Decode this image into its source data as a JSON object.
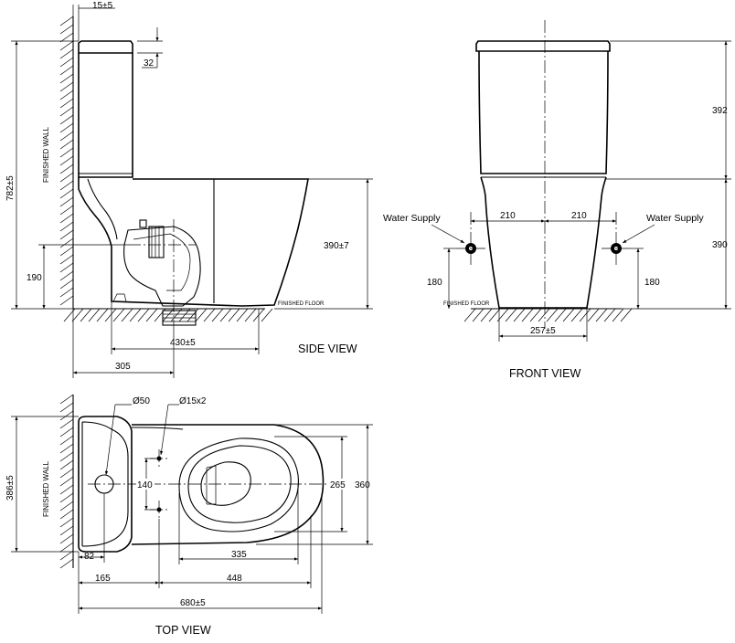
{
  "views": {
    "side": "SIDE VIEW",
    "front": "FRONT VIEW",
    "top": "TOP VIEW"
  },
  "labels": {
    "finished_wall": "FINISHED WALL",
    "finished_floor": "FINISHED FLOOR",
    "water_supply": "Water Supply"
  },
  "side_dims": {
    "wall_gap": "15±5",
    "lid_offset": "32",
    "total_height": "782±5",
    "inlet_height": "190",
    "seat_height": "390±7",
    "outlet_span": "430±5",
    "outlet_offset": "305"
  },
  "front_dims": {
    "tank_height": "392",
    "bowl_height": "390",
    "supply_left": "210",
    "supply_right": "210",
    "supply_height_left": "180",
    "supply_height_right": "180",
    "base_width": "257±5"
  },
  "top_dims": {
    "hole_dia": "Ø50",
    "bolt_dia": "Ø15x2",
    "tank_depth": "386±5",
    "bolt_spacing": "140",
    "rim_inner": "265",
    "rim_outer": "360",
    "tank_front": "82",
    "bolt_offset": "165",
    "bowl_length": "335",
    "bowl_from_bolt": "448",
    "total_length": "680±5"
  }
}
